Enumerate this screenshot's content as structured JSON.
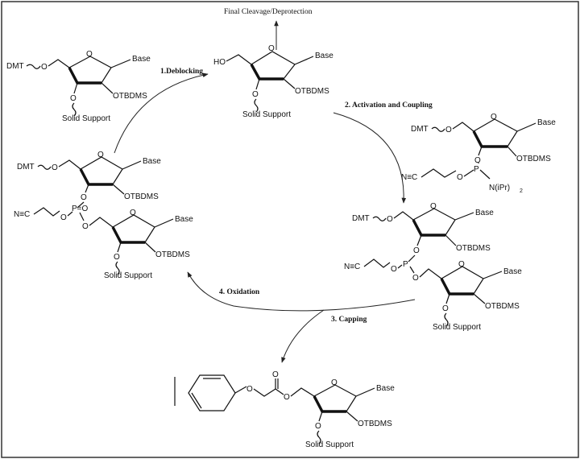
{
  "title": "Final  Cleavage/Deprotection",
  "steps": {
    "deblocking": "1.Deblocking",
    "coupling": "2. Activation and Coupling",
    "capping": "3. Capping",
    "oxidation": "4. Oxidation"
  },
  "atoms": {
    "dmt": "DMT",
    "ho": "HO",
    "base": "Base",
    "otbdms": "OTBDMS",
    "o": "O",
    "solid": "Solid Support",
    "nc": "N≡C",
    "p": "P",
    "po": "P=O",
    "niPr": "N(iPr)",
    "sub2": "2"
  }
}
